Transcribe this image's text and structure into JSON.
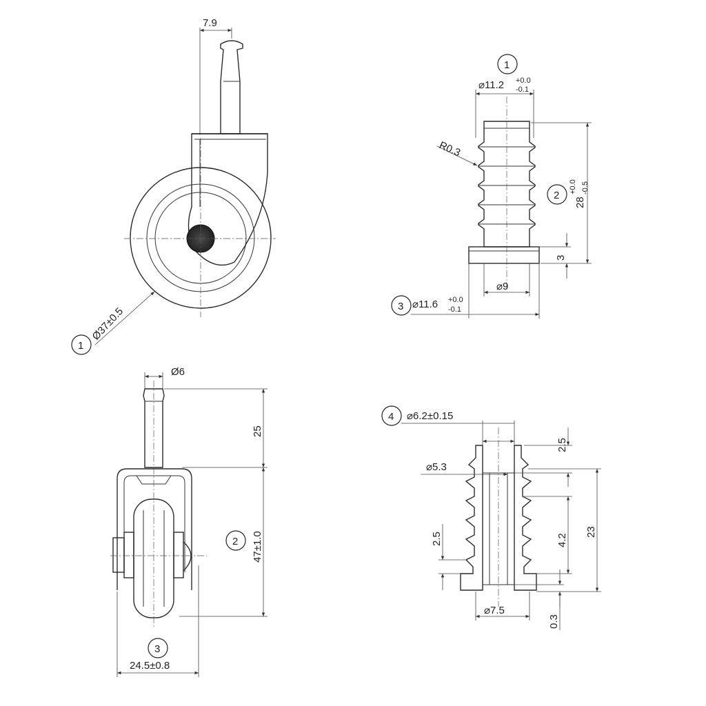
{
  "view_a": {
    "dim_stem": "7.9",
    "callout_1": "1",
    "dim_diameter": "Ø37±0.5"
  },
  "view_b": {
    "callout_1": "1",
    "dim_top_dia": "⌀11.2",
    "dim_top_tol_upper": "+0.0",
    "dim_top_tol_lower": "-0.1",
    "dim_radius": "R0.3",
    "callout_2": "2",
    "dim_height": "28",
    "dim_height_tol_upper": "+0.0",
    "dim_height_tol_lower": "-0.5",
    "dim_flange": "3",
    "dim_inner": "⌀9",
    "callout_3": "3",
    "dim_flange_dia": "⌀11.6",
    "dim_flange_tol_upper": "+0.0",
    "dim_flange_tol_lower": "-0.1"
  },
  "view_c": {
    "dim_stem_dia": "Ø6",
    "dim_stem_len": "25",
    "callout_2": "2",
    "dim_height": "47±1.0",
    "callout_3": "3",
    "dim_width": "24.5±0.8"
  },
  "view_d": {
    "callout_4": "4",
    "dim_outer": "⌀6.2±0.15",
    "dim_top": "2.5",
    "dim_bore": "⌀5.3",
    "dim_pitch": "2.5",
    "dim_rib": "4.2",
    "dim_total": "23",
    "dim_bottom_dia": "⌀7.5",
    "dim_bottom": "0.3"
  }
}
